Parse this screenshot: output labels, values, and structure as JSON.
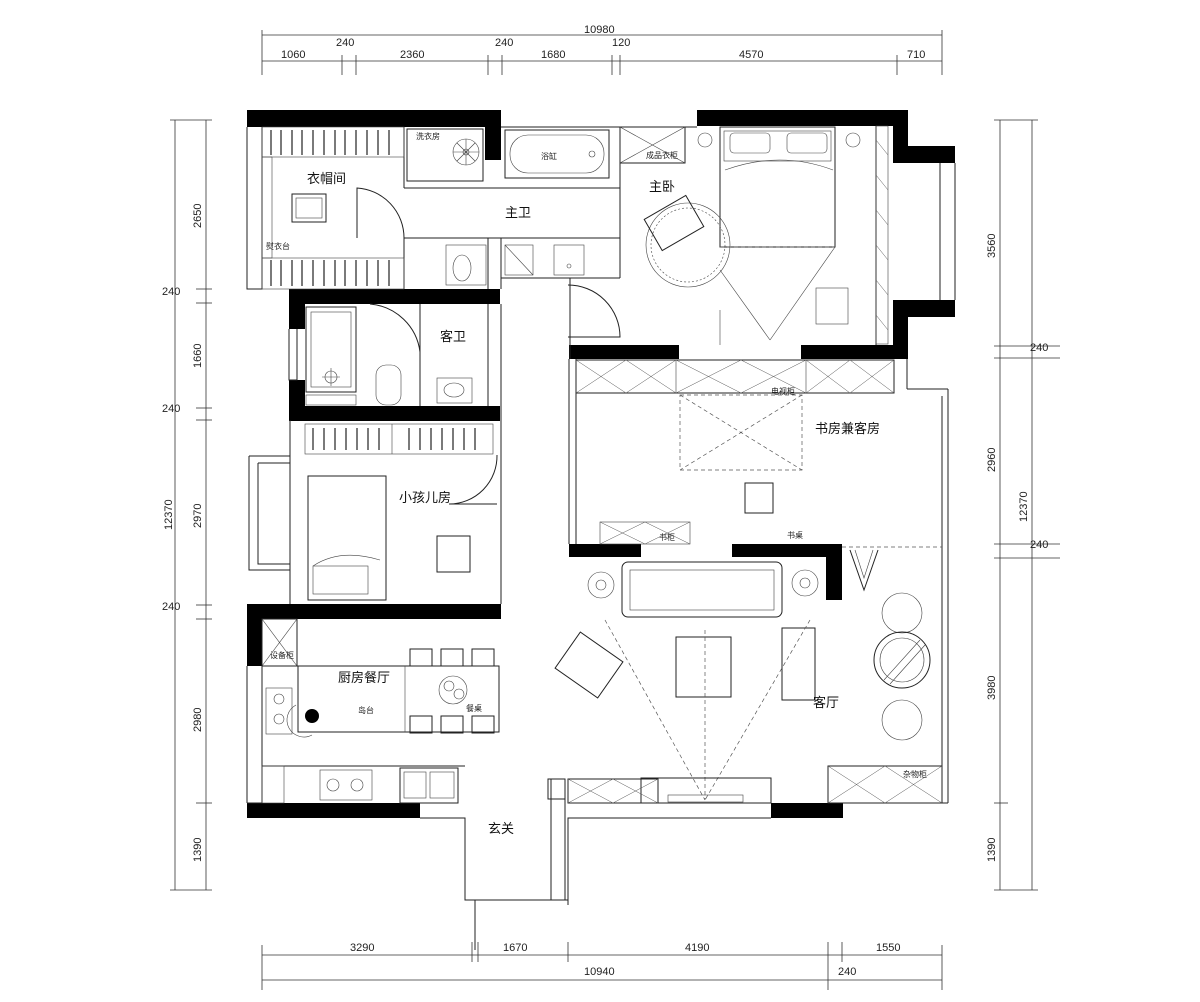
{
  "dimensions": {
    "top_total": "10980",
    "top_segments": [
      "1060",
      "240",
      "2360",
      "240",
      "1680",
      "120",
      "4570",
      "710"
    ],
    "left": [
      "2650",
      "240",
      "1660",
      "240",
      "2970",
      "240",
      "2980",
      "1390"
    ],
    "left_total": "12370",
    "right": [
      "3560",
      "240",
      "2960",
      "240",
      "3980",
      "1390"
    ],
    "right_total": "12370",
    "bottom_segments": [
      "3290",
      "1670",
      "4190",
      "1550"
    ],
    "bottom_total": "10940",
    "bottom_extra": "240"
  },
  "rooms": {
    "walk_in_closet": "衣帽间",
    "laundry": "洗衣房",
    "master_bath": "主卫",
    "bathtub": "浴缸",
    "wardrobe": "成品衣柜",
    "master_bedroom": "主卧",
    "guest_bath": "客卫",
    "kids_room": "小孩儿房",
    "study": "书房兼客房",
    "kitchen_dining": "厨房餐厅",
    "living_room": "客厅",
    "entry": "玄关",
    "equipment_cabinet": "设备柜",
    "ironing_table": "熨衣台",
    "tv_cabinet": "电视柜",
    "bookshelf": "书柜",
    "desk": "书桌",
    "island": "岛台",
    "dining_table": "餐桌",
    "storage": "杂物柜"
  }
}
